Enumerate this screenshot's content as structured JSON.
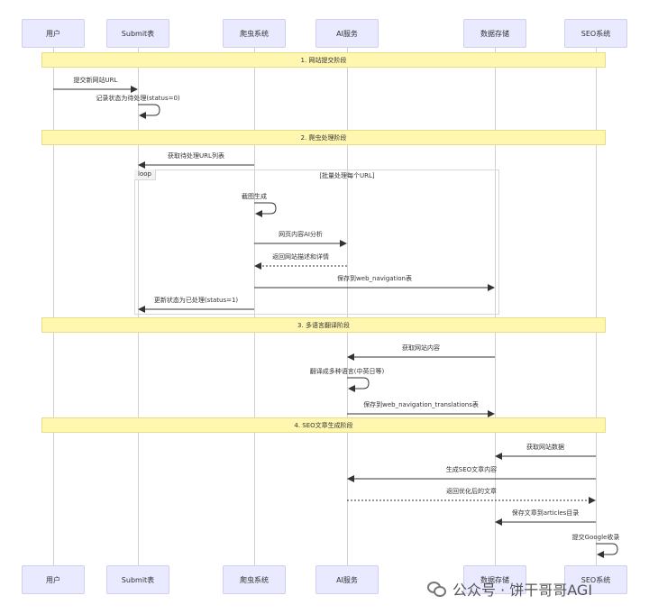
{
  "actors": [
    "用户",
    "Submit表",
    "爬虫系统",
    "AI服务",
    "数据存储",
    "SEO系统"
  ],
  "phases": [
    "1. 网站提交阶段",
    "2. 爬虫处理阶段",
    "3. 多语言翻译阶段",
    "4. SEO文章生成阶段"
  ],
  "loop": {
    "tag": "loop",
    "condition": "[批量处理每个URL]"
  },
  "messages": [
    {
      "from": 0,
      "to": 1,
      "text": "提交新网站URL",
      "style": "solid"
    },
    {
      "from": 1,
      "to": 1,
      "text": "记录状态为待处理(status=0)",
      "style": "self"
    },
    {
      "from": 2,
      "to": 1,
      "text": "获取待处理URL列表",
      "style": "solid"
    },
    {
      "from": 2,
      "to": 2,
      "text": "截图生成",
      "style": "self"
    },
    {
      "from": 2,
      "to": 3,
      "text": "网页内容AI分析",
      "style": "solid"
    },
    {
      "from": 3,
      "to": 2,
      "text": "返回网站描述和详情",
      "style": "dashed"
    },
    {
      "from": 2,
      "to": 4,
      "text": "保存到web_navigation表",
      "style": "solid"
    },
    {
      "from": 2,
      "to": 1,
      "text": "更新状态为已处理(status=1)",
      "style": "solid"
    },
    {
      "from": 4,
      "to": 3,
      "text": "获取网站内容",
      "style": "solid"
    },
    {
      "from": 3,
      "to": 3,
      "text": "翻译成多种语言(中英日等)",
      "style": "self"
    },
    {
      "from": 3,
      "to": 4,
      "text": "保存到web_navigation_translations表",
      "style": "solid"
    },
    {
      "from": 5,
      "to": 4,
      "text": "获取网站数据",
      "style": "solid"
    },
    {
      "from": 5,
      "to": 3,
      "text": "生成SEO文章内容",
      "style": "solid"
    },
    {
      "from": 3,
      "to": 5,
      "text": "返回优化后的文章",
      "style": "dashed"
    },
    {
      "from": 5,
      "to": 4,
      "text": "保存文章到articles目录",
      "style": "solid"
    },
    {
      "from": 5,
      "to": 5,
      "text": "提交Google收录",
      "style": "self"
    }
  ],
  "watermark": "公众号 · 饼干哥哥AGI"
}
